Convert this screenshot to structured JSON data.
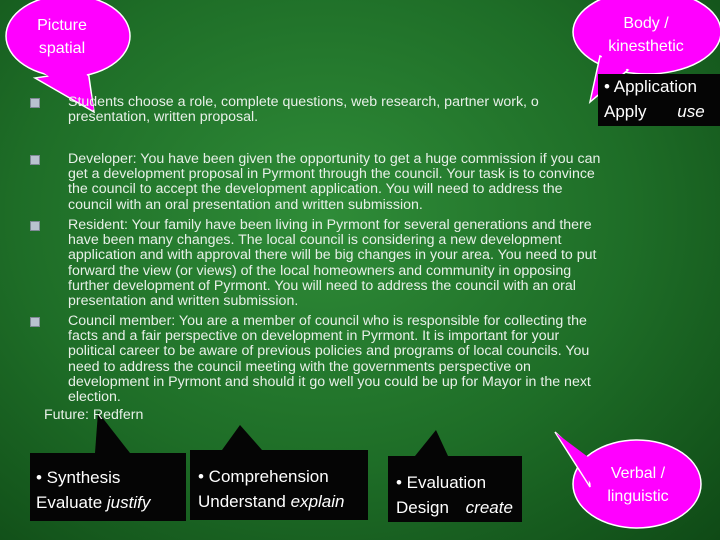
{
  "callouts": {
    "picture": {
      "line1": "Picture",
      "line2": "spatial",
      "color": "#ff00ff"
    },
    "body": {
      "line1": "Body /",
      "line2": "kinesthetic",
      "color": "#ff00ff"
    },
    "verbal": {
      "line1": "Verbal /",
      "line2": "linguistic",
      "color": "#ff00ff"
    }
  },
  "application_box": {
    "bullet_text": "• Application",
    "word1": "Apply",
    "word2": "use"
  },
  "intro": {
    "line1": "Students choose a role, complete questions, web research, partner work, o",
    "line2": "presentation, written proposal."
  },
  "roles": [
    {
      "lines": [
        "Developer: You have been given the opportunity to get a huge commission if you can",
        "get a development proposal in Pyrmont through the council. Your task is to convince",
        "the council to accept the development application. You will need to address the",
        "council with an oral presentation and written submission."
      ]
    },
    {
      "lines": [
        "Resident: Your family have been living in Pyrmont for several generations and there",
        "have been many changes. The local council is considering a new development",
        "application and with approval there will be big changes in your area. You need to put",
        "forward the view (or views) of the local homeowners and community in opposing",
        "further development of Pyrmont. You will need to address the council with an oral",
        "presentation and written submission."
      ]
    },
    {
      "lines": [
        "Council member: You are a member of council who is responsible for collecting the",
        "facts and a fair perspective on development in Pyrmont. It is important for your",
        "political career to be aware of previous policies and programs of local councils. You",
        "need to address the council meeting with the governments perspective on",
        "development in Pyrmont and should it go well you could be up for Mayor in the next",
        "election."
      ]
    }
  ],
  "future": "Future: Redfern",
  "boxes": {
    "synthesis": {
      "title": "• Synthesis",
      "word1": "Evaluate",
      "word2": "justify"
    },
    "comprehension": {
      "title": "• Comprehension",
      "word1": "Understand",
      "word2": "explain"
    },
    "evaluation": {
      "title": "• Evaluation",
      "word1": "Design",
      "word2": "create"
    }
  }
}
